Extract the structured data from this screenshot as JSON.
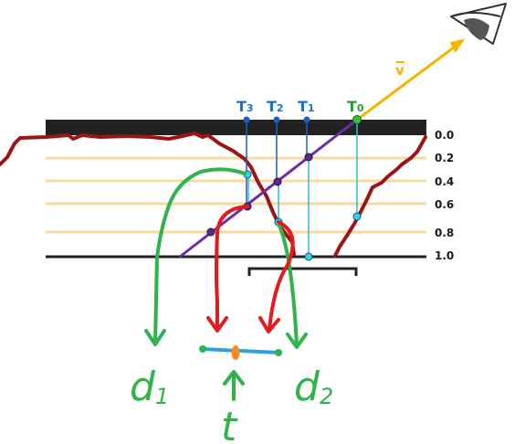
{
  "view_vector_label": "v",
  "depth_ticks": [
    "0.0",
    "0.2",
    "0.4",
    "0.6",
    "0.8",
    "1.0"
  ],
  "sample_labels": [
    {
      "base": "T",
      "sub": "3"
    },
    {
      "base": "T",
      "sub": "2"
    },
    {
      "base": "T",
      "sub": "1"
    },
    {
      "base": "T",
      "sub": "0"
    }
  ],
  "hand_labels": {
    "d1_base": "d",
    "d1_sub": "1",
    "d2_base": "d",
    "d2_sub": "2",
    "t": "t"
  },
  "colors": {
    "surface_bar": "#222222",
    "depth_lines": "#f7d9a4",
    "heightfield": "#9c1414",
    "ray": "#6a2fa8",
    "view_arrow": "#f5b400",
    "sample_lines_blue": "#1f5fbf",
    "sample_lines_cyan": "#2cc0d8",
    "green_arrows": "#2fb34a",
    "red_arrows": "#e31b1b",
    "interp_segment": "#2ba3e0",
    "interp_point": "#ff8a1c",
    "t0_label": "#2f9a2f",
    "t_labels": "#1f6fd0"
  }
}
